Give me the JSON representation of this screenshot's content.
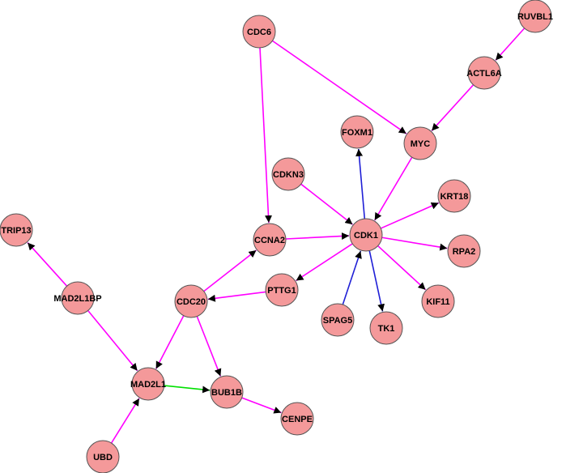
{
  "graph": {
    "node_fill": "#f4999a",
    "node_stroke": "#555555",
    "edge_colors": {
      "magenta": "#ff00ff",
      "blue": "#1f1fd6",
      "green": "#00e000"
    },
    "nodes": [
      {
        "id": "RUVBL1",
        "label": "RUVBL1"
      },
      {
        "id": "CDC6",
        "label": "CDC6"
      },
      {
        "id": "ACTL6A",
        "label": "ACTL6A"
      },
      {
        "id": "FOXM1",
        "label": "FOXM1"
      },
      {
        "id": "MYC",
        "label": "MYC"
      },
      {
        "id": "CDKN3",
        "label": "CDKN3"
      },
      {
        "id": "KRT18",
        "label": "KRT18"
      },
      {
        "id": "TRIP13",
        "label": "TRIP13"
      },
      {
        "id": "CCNA2",
        "label": "CCNA2"
      },
      {
        "id": "CDK1",
        "label": "CDK1"
      },
      {
        "id": "RPA2",
        "label": "RPA2"
      },
      {
        "id": "MAD2L1BP",
        "label": "MAD2L1BP"
      },
      {
        "id": "CDC20",
        "label": "CDC20"
      },
      {
        "id": "PTTG1",
        "label": "PTTG1"
      },
      {
        "id": "KIF11",
        "label": "KIF11"
      },
      {
        "id": "SPAG5",
        "label": "SPAG5"
      },
      {
        "id": "TK1",
        "label": "TK1"
      },
      {
        "id": "MAD2L1",
        "label": "MAD2L1"
      },
      {
        "id": "BUB1B",
        "label": "BUB1B"
      },
      {
        "id": "CENPE",
        "label": "CENPE"
      },
      {
        "id": "UBD",
        "label": "UBD"
      }
    ],
    "edges": [
      {
        "from": "RUVBL1",
        "to": "ACTL6A",
        "color": "magenta"
      },
      {
        "from": "ACTL6A",
        "to": "MYC",
        "color": "magenta"
      },
      {
        "from": "CDC6",
        "to": "MYC",
        "color": "magenta"
      },
      {
        "from": "CDC6",
        "to": "CCNA2",
        "color": "magenta"
      },
      {
        "from": "MYC",
        "to": "CDK1",
        "color": "magenta"
      },
      {
        "from": "CDK1",
        "to": "FOXM1",
        "color": "blue"
      },
      {
        "from": "CDKN3",
        "to": "CDK1",
        "color": "magenta"
      },
      {
        "from": "CDK1",
        "to": "KRT18",
        "color": "magenta"
      },
      {
        "from": "CCNA2",
        "to": "CDK1",
        "color": "magenta"
      },
      {
        "from": "CDK1",
        "to": "RPA2",
        "color": "magenta"
      },
      {
        "from": "CDK1",
        "to": "KIF11",
        "color": "magenta"
      },
      {
        "from": "CDK1",
        "to": "TK1",
        "color": "blue"
      },
      {
        "from": "SPAG5",
        "to": "CDK1",
        "color": "blue"
      },
      {
        "from": "CDK1",
        "to": "PTTG1",
        "color": "magenta"
      },
      {
        "from": "PTTG1",
        "to": "CDC20",
        "color": "magenta"
      },
      {
        "from": "CDC20",
        "to": "CCNA2",
        "color": "magenta"
      },
      {
        "from": "MAD2L1BP",
        "to": "TRIP13",
        "color": "magenta"
      },
      {
        "from": "MAD2L1BP",
        "to": "MAD2L1",
        "color": "magenta"
      },
      {
        "from": "CDC20",
        "to": "MAD2L1",
        "color": "magenta"
      },
      {
        "from": "CDC20",
        "to": "BUB1B",
        "color": "magenta"
      },
      {
        "from": "MAD2L1",
        "to": "BUB1B",
        "color": "green"
      },
      {
        "from": "BUB1B",
        "to": "CENPE",
        "color": "magenta"
      },
      {
        "from": "UBD",
        "to": "MAD2L1",
        "color": "magenta"
      }
    ]
  }
}
